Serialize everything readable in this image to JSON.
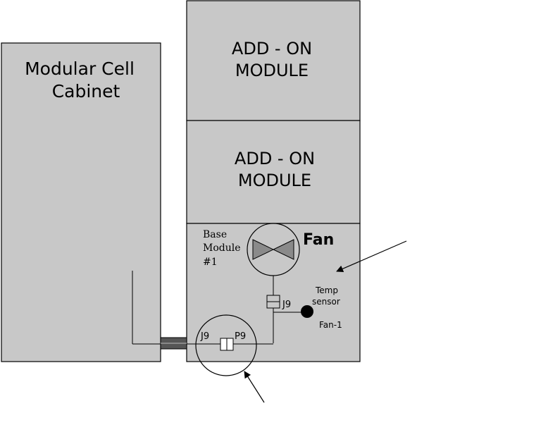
{
  "cabinet": {
    "line1": "Modular Cell",
    "line2": "Cabinet"
  },
  "addon_top": {
    "line1": "ADD - ON",
    "line2": "MODULE"
  },
  "addon_mid": {
    "line1": "ADD - ON",
    "line2": "MODULE"
  },
  "base": {
    "line1": "Base",
    "line2": "Module",
    "line3": "#1"
  },
  "fan": {
    "label": "Fan"
  },
  "connector_upper": {
    "label": "J9"
  },
  "connector_lower": {
    "left_label": "J9",
    "right_label": "P9"
  },
  "sensor": {
    "line1": "Temp",
    "line2": "sensor",
    "line3": "Fan-1"
  },
  "colors": {
    "panel": "#c8c8c8",
    "outline": "#000000",
    "fan_bowtie": "#8a8a8a",
    "cable": "#555555"
  }
}
